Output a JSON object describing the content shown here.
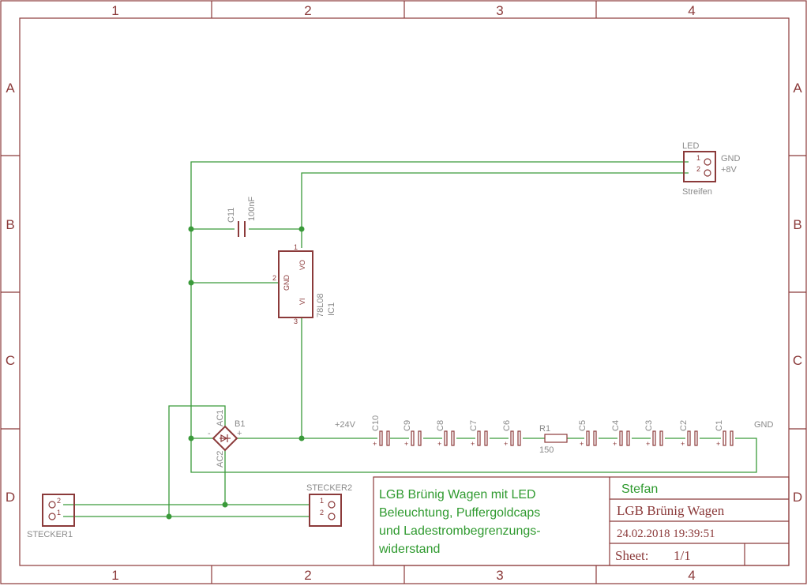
{
  "frame": {
    "columns": [
      "1",
      "2",
      "3",
      "4"
    ],
    "rows": [
      "A",
      "B",
      "C",
      "D"
    ]
  },
  "components": {
    "led_connector": {
      "name": "LED",
      "value": "Streifen",
      "pins": [
        "1",
        "2"
      ],
      "signals": [
        "GND",
        "+8V"
      ]
    },
    "c11": {
      "name": "C11",
      "value": "100nF"
    },
    "ic1": {
      "name": "IC1",
      "value": "78L08",
      "pin_names": [
        "VO",
        "GND",
        "VI"
      ],
      "pins": [
        "1",
        "2",
        "3"
      ]
    },
    "b1": {
      "name": "B1",
      "ac1": "AC1",
      "ac2": "AC2",
      "minus": "-",
      "plus": "+"
    },
    "r1": {
      "name": "R1",
      "value": "150"
    },
    "caps": [
      "C10",
      "C9",
      "C8",
      "C7",
      "C6",
      "C5",
      "C4",
      "C3",
      "C2",
      "C1"
    ],
    "cap_plus": "+",
    "stecker1": {
      "name": "STECKER1",
      "pins": [
        "2",
        "1"
      ]
    },
    "stecker2": {
      "name": "STECKER2",
      "pins": [
        "1",
        "2"
      ]
    }
  },
  "nets": {
    "v24": "+24V",
    "gnd": "GND"
  },
  "note_lines": [
    "LGB Brünig Wagen mit LED",
    "Beleuchtung, Puffergoldcaps",
    "und Ladestrombegrenzungs-",
    "widerstand"
  ],
  "title_block": {
    "author": "Stefan",
    "title": "LGB Brünig Wagen",
    "date": "24.02.2018 19:39:51",
    "sheet_label": "Sheet:",
    "sheet_value": "1/1"
  }
}
